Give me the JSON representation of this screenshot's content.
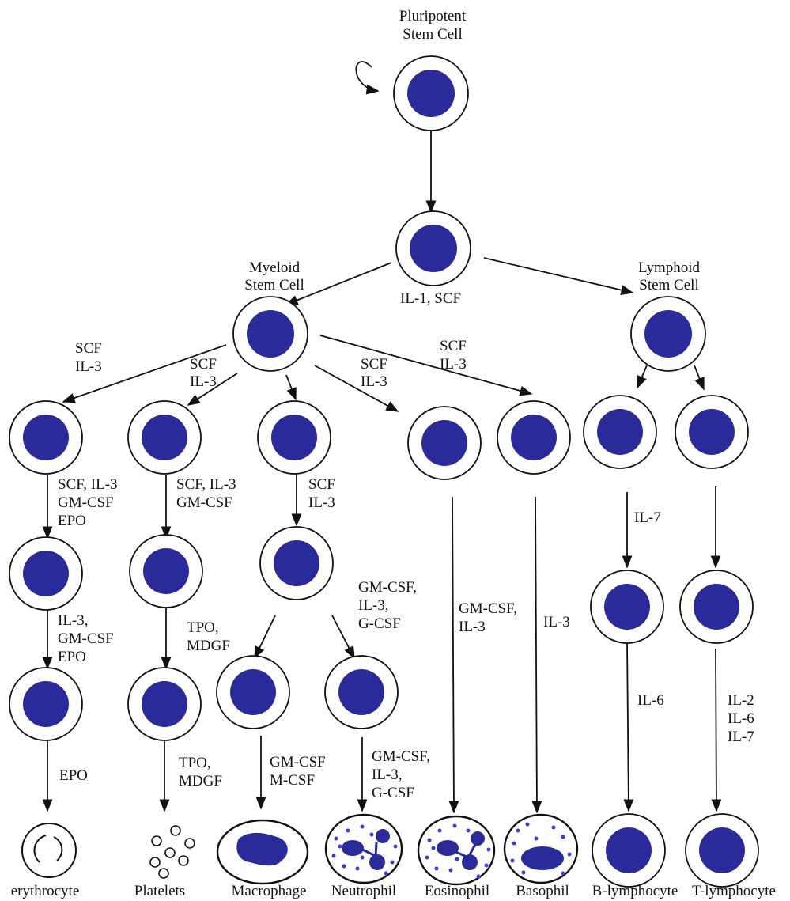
{
  "colors": {
    "nucleus": "#2a2a9a",
    "granule": "#3b3bd0",
    "outline": "#111111"
  },
  "titles": {
    "pluripotent": [
      "Pluripotent",
      "Stem Cell"
    ],
    "myeloid": [
      "Myeloid",
      "Stem Cell"
    ],
    "lymphoid": [
      "Lymphoid",
      "Stem Cell"
    ]
  },
  "factors": {
    "stem_to_myeloid": [
      "IL-1, SCF"
    ],
    "myeloid_to_erythroid": [
      "SCF",
      "IL-3"
    ],
    "myeloid_to_mega": [
      "SCF",
      "IL-3"
    ],
    "myeloid_to_eosino": [
      "SCF",
      "IL-3"
    ],
    "myeloid_to_baso": [
      "SCF",
      "IL-3"
    ],
    "erythroid_1": [
      "SCF, IL-3",
      "GM-CSF",
      "EPO"
    ],
    "erythroid_2": [
      "IL-3,",
      "GM-CSF",
      "EPO"
    ],
    "erythroid_3": [
      "EPO"
    ],
    "mega_1": [
      "SCF, IL-3",
      "GM-CSF"
    ],
    "mega_2": [
      "TPO,",
      "MDGF"
    ],
    "mega_3": [
      "TPO,",
      "MDGF"
    ],
    "gm_1": [
      "SCF",
      "IL-3"
    ],
    "gm_split": [
      "GM-CSF,",
      "IL-3,",
      "G-CSF"
    ],
    "macro": [
      "GM-CSF",
      "M-CSF"
    ],
    "neutro": [
      "GM-CSF,",
      "IL-3,",
      "G-CSF"
    ],
    "eosino": [
      "GM-CSF,",
      "IL-3"
    ],
    "baso": [
      "IL-3"
    ],
    "b_1": [
      "IL-7"
    ],
    "b_2": [
      "IL-6"
    ],
    "t_2": [
      "IL-2",
      "IL-6",
      "IL-7"
    ]
  },
  "end_cells": [
    "erythrocyte",
    "Platelets",
    "Macrophage",
    "Neutrophil",
    "Eosinophil",
    "Basophil",
    "B-lymphocyte",
    "T-lymphocyte"
  ]
}
